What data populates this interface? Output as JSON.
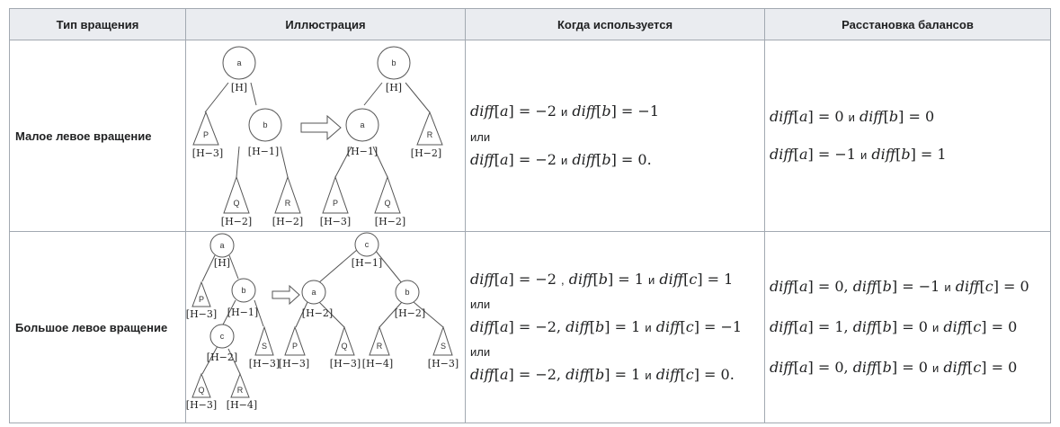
{
  "headers": {
    "type": "Тип вращения",
    "illustration": "Иллюстрация",
    "when": "Когда используется",
    "balances": "Расстановка балансов"
  },
  "rows": [
    {
      "name": "Малое левое вращение",
      "conditions": [
        {
          "a": "−2",
          "b": "−1",
          "c": null,
          "end": ""
        },
        {
          "sep": "или"
        },
        {
          "a": "−2",
          "b": "0",
          "c": null,
          "end": "."
        }
      ],
      "balances": [
        {
          "a": "0",
          "b": "0",
          "c": null
        },
        {
          "a": "−1",
          "b": "1",
          "c": null
        }
      ],
      "tree_labels": {
        "before": {
          "a": "a",
          "a_h": "[H]",
          "p": "P",
          "p_h": "[H−3]",
          "b": "b",
          "b_h": "[H−1]",
          "q": "Q",
          "q_h": "[H−2]",
          "r": "R",
          "r_h": "[H−2]"
        },
        "after": {
          "b": "b",
          "b_h": "[H]",
          "a": "a",
          "a_h": "[H−1]",
          "r": "R",
          "r_h": "[H−2]",
          "p": "P",
          "p_h": "[H−3]",
          "q": "Q",
          "q_h": "[H−2]"
        }
      }
    },
    {
      "name": "Большое левое вращение",
      "conditions": [
        {
          "a": "−2",
          "b": "1",
          "c": "1",
          "end": "",
          "spaced": true
        },
        {
          "sep": "или"
        },
        {
          "a": "−2",
          "b": "1",
          "c": "−1",
          "end": ""
        },
        {
          "sep": "или"
        },
        {
          "a": "−2",
          "b": "1",
          "c": "0",
          "end": "."
        }
      ],
      "balances": [
        {
          "a": "0",
          "b": "−1",
          "c": "0"
        },
        {
          "a": "1",
          "b": "0",
          "c": "0"
        },
        {
          "a": "0",
          "b": "0",
          "c": "0"
        }
      ],
      "tree_labels": {
        "before": {
          "a": "a",
          "a_h": "[H]",
          "p": "P",
          "p_h": "[H−3]",
          "b": "b",
          "b_h": "[H−1]",
          "c": "c",
          "c_h": "[H−2]",
          "s": "S",
          "s_h": "[H−3]",
          "q": "Q",
          "q_h": "[H−3]",
          "r": "R",
          "r_h": "[H−4]"
        },
        "after": {
          "c": "c",
          "c_h": "[H−1]",
          "a": "a",
          "a_h": "[H−2]",
          "b": "b",
          "b_h": "[H−2]",
          "p": "P",
          "p_h": "[H−3]",
          "q": "Q",
          "q_h": "[H−3]",
          "r": "R",
          "r_h": "[H−4]",
          "s": "S",
          "s_h": "[H−3]"
        }
      }
    }
  ],
  "words": {
    "and": "и",
    "diff": "diff"
  }
}
